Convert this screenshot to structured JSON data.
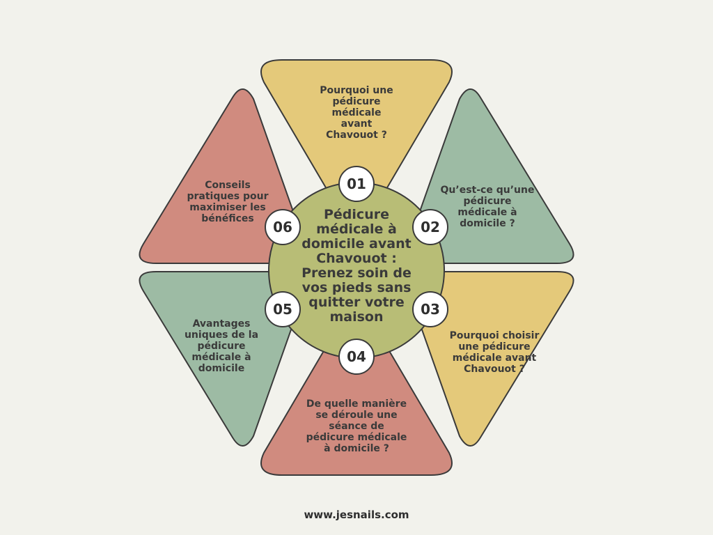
{
  "colors": {
    "background": "#f2f2ec",
    "yellow": "#e4c97a",
    "green": "#9dbba4",
    "pink": "#d08b7f",
    "center": "#b8bd76",
    "outline": "#3a3a3a"
  },
  "center": {
    "title": "Pédicure médicale à domicile avant Chavouot : Prenez soin de vos pieds sans quitter votre maison"
  },
  "sections": [
    {
      "number": "01",
      "text": "Pourquoi une pédicure médicale avant Chavouot ?",
      "color": "yellow"
    },
    {
      "number": "02",
      "text": "Qu’est-ce qu’une pédicure médicale à domicile ?",
      "color": "green"
    },
    {
      "number": "03",
      "text": "Pourquoi choisir une pédicure médicale avant Chavouot ?",
      "color": "yellow"
    },
    {
      "number": "04",
      "text": "De quelle manière se déroule une séance de pédicure médicale à domicile ?",
      "color": "pink"
    },
    {
      "number": "05",
      "text": "Avantages uniques de la pédicure médicale à domicile",
      "color": "green"
    },
    {
      "number": "06",
      "text": "Conseils pratiques pour maximiser les bénéfices",
      "color": "pink"
    }
  ],
  "footer": {
    "website": "www.jesnails.com"
  }
}
